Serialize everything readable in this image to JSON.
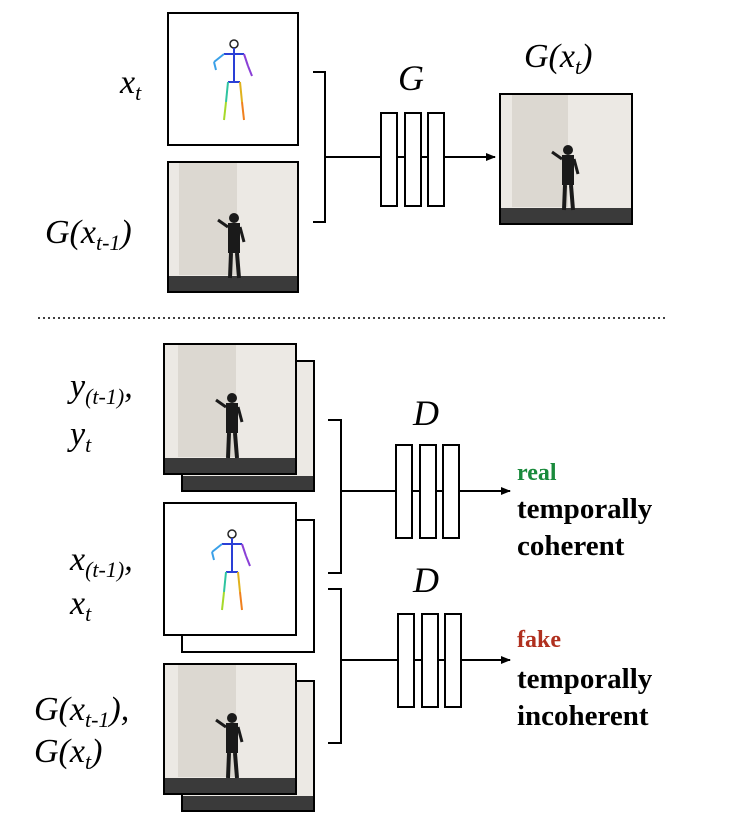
{
  "colors": {
    "real": "#1a8a3c",
    "fake": "#b0301f",
    "text": "#000000",
    "wall": "#ece9e4",
    "floor": "#3a3a3a",
    "door": "#dcd8d1"
  },
  "top": {
    "input_pose": {
      "base": "x",
      "sub": "t"
    },
    "input_prev": {
      "base": "G(x",
      "sub": "t-1",
      "close": ")"
    },
    "generator_label": "G",
    "output": {
      "base": "G(x",
      "sub": "t",
      "close": ")"
    }
  },
  "bottom": {
    "discriminator_label": "D",
    "pair_real": {
      "base1": "y",
      "sub1": "(t-1)",
      "sep": ",",
      "base2": "y",
      "sub2": "t"
    },
    "pair_pose": {
      "base1": "x",
      "sub1": "(t-1)",
      "sep": ",",
      "base2": "x",
      "sub2": "t"
    },
    "pair_fake": {
      "base1": "G(x",
      "sub1": "t-1",
      "close1": ")",
      "sep": ",",
      "base2": "G(x",
      "sub2": "t",
      "close2": ")"
    },
    "outputs": [
      {
        "verdict": "real",
        "line1": "temporally",
        "line2": "coherent"
      },
      {
        "verdict": "fake",
        "line1": "temporally",
        "line2": "incoherent"
      }
    ]
  }
}
